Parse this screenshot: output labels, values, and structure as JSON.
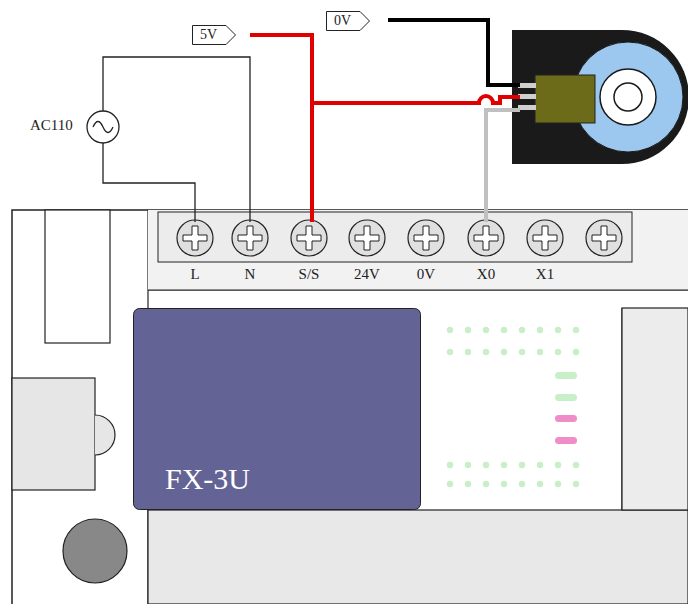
{
  "diagram": {
    "nodes": [
      {
        "text": [
          "5V"
        ]
      },
      {
        "text": [
          "0V"
        ]
      },
      {
        "text": [
          "FX-3U"
        ]
      }
    ],
    "labels": [
      "AC110",
      "L",
      "N",
      "S/S",
      "24V",
      "0V",
      "X0",
      "X1"
    ]
  }
}
